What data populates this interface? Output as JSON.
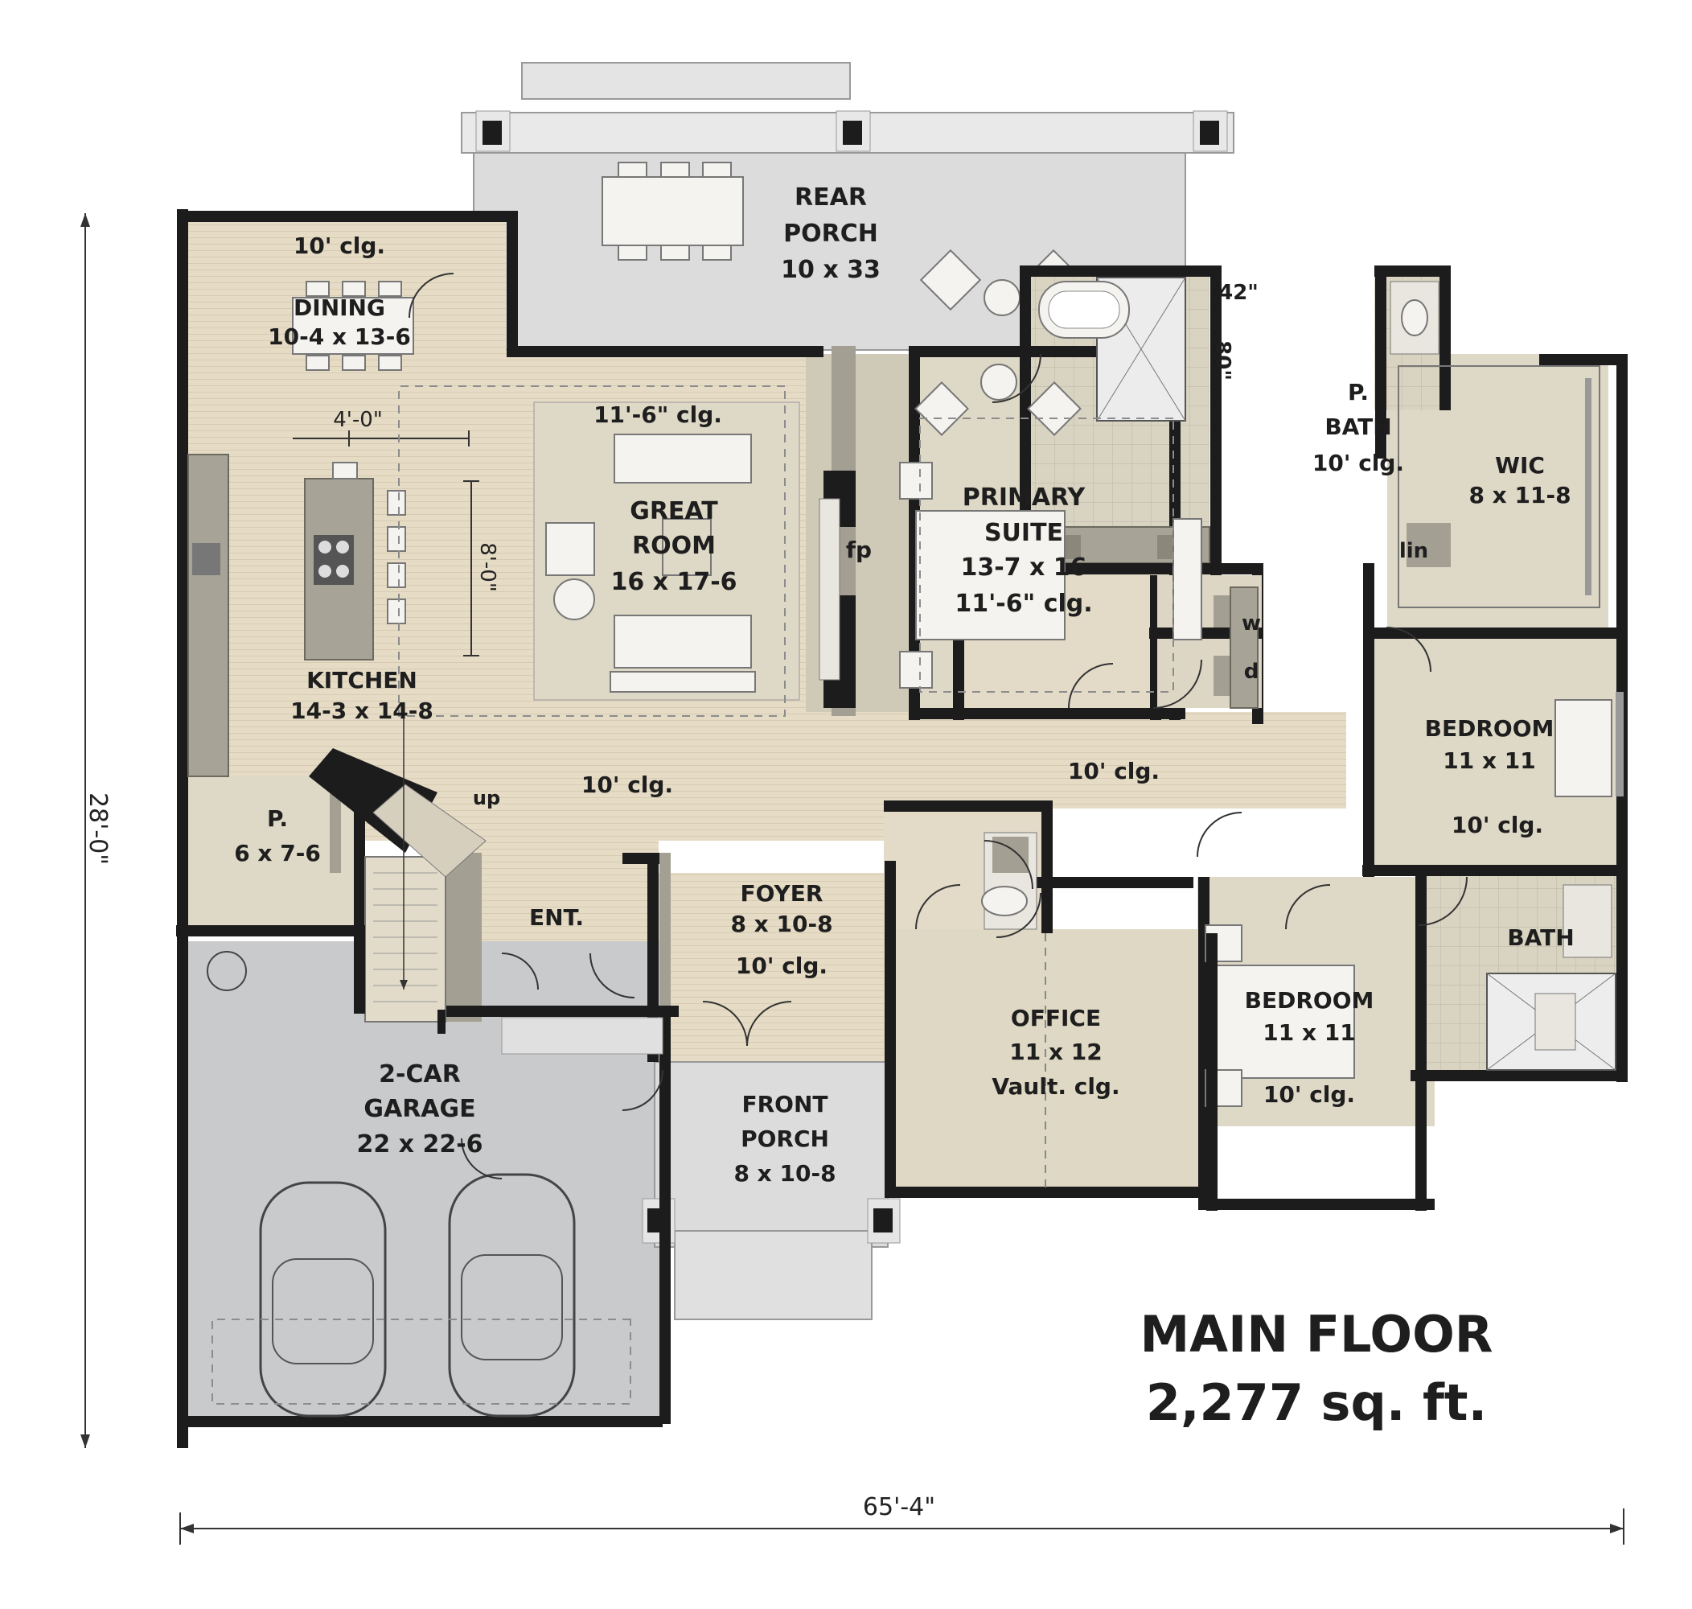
{
  "title": "MAIN FLOOR",
  "area": "2,277 sq. ft.",
  "dimensions": {
    "width": "65'-4\"",
    "depth": "28'-0\""
  },
  "rooms": {
    "rear_porch": {
      "name1": "REAR",
      "name2": "PORCH",
      "size": "10 x 33"
    },
    "dining": {
      "ceiling": "10' clg.",
      "name": "DINING",
      "size": "10-4 x 13-6"
    },
    "great_room": {
      "ceiling": "11'-6\" clg.",
      "name1": "GREAT",
      "name2": "ROOM",
      "size": "16 x 17-6"
    },
    "kitchen": {
      "name": "KITCHEN",
      "size": "14-3 x 14-8",
      "island_dim": "4'-0\"",
      "island_len": "8'-0\""
    },
    "fireplace": {
      "label": "fp"
    },
    "primary_suite": {
      "name1": "PRIMARY",
      "name2": "SUITE",
      "size": "13-7 x 16",
      "ceiling": "11'-6\" clg."
    },
    "primary_bath": {
      "name1": "P.",
      "name2": "BATH",
      "ceiling": "10' clg.",
      "shower_w": "42\"",
      "shower_d": "80\""
    },
    "wic": {
      "name": "WIC",
      "size": "8 x 11-8"
    },
    "linen": {
      "label": "lin"
    },
    "laundry": {
      "washer": "w",
      "dryer": "d"
    },
    "hall": {
      "ceiling_left": "10' clg.",
      "ceiling_right": "10' clg.",
      "stairs": "up"
    },
    "pantry": {
      "name": "P.",
      "size": "6 x 7-6"
    },
    "entry": {
      "name": "ENT."
    },
    "foyer": {
      "name": "FOYER",
      "size": "8 x 10-8",
      "ceiling": "10' clg."
    },
    "bedroom_a": {
      "name": "BEDROOM",
      "size": "11 x 11",
      "ceiling": "10' clg."
    },
    "bedroom_b": {
      "name": "BEDROOM",
      "size": "11 x 11",
      "ceiling": "10' clg."
    },
    "bath": {
      "name": "BATH"
    },
    "office": {
      "name": "OFFICE",
      "size": "11 x 12",
      "ceiling": "Vault. clg."
    },
    "garage": {
      "name1": "2-CAR",
      "name2": "GARAGE",
      "size": "22 x 22-6"
    },
    "front_porch": {
      "name1": "FRONT",
      "name2": "PORCH",
      "size": "8 x 10-8"
    }
  }
}
